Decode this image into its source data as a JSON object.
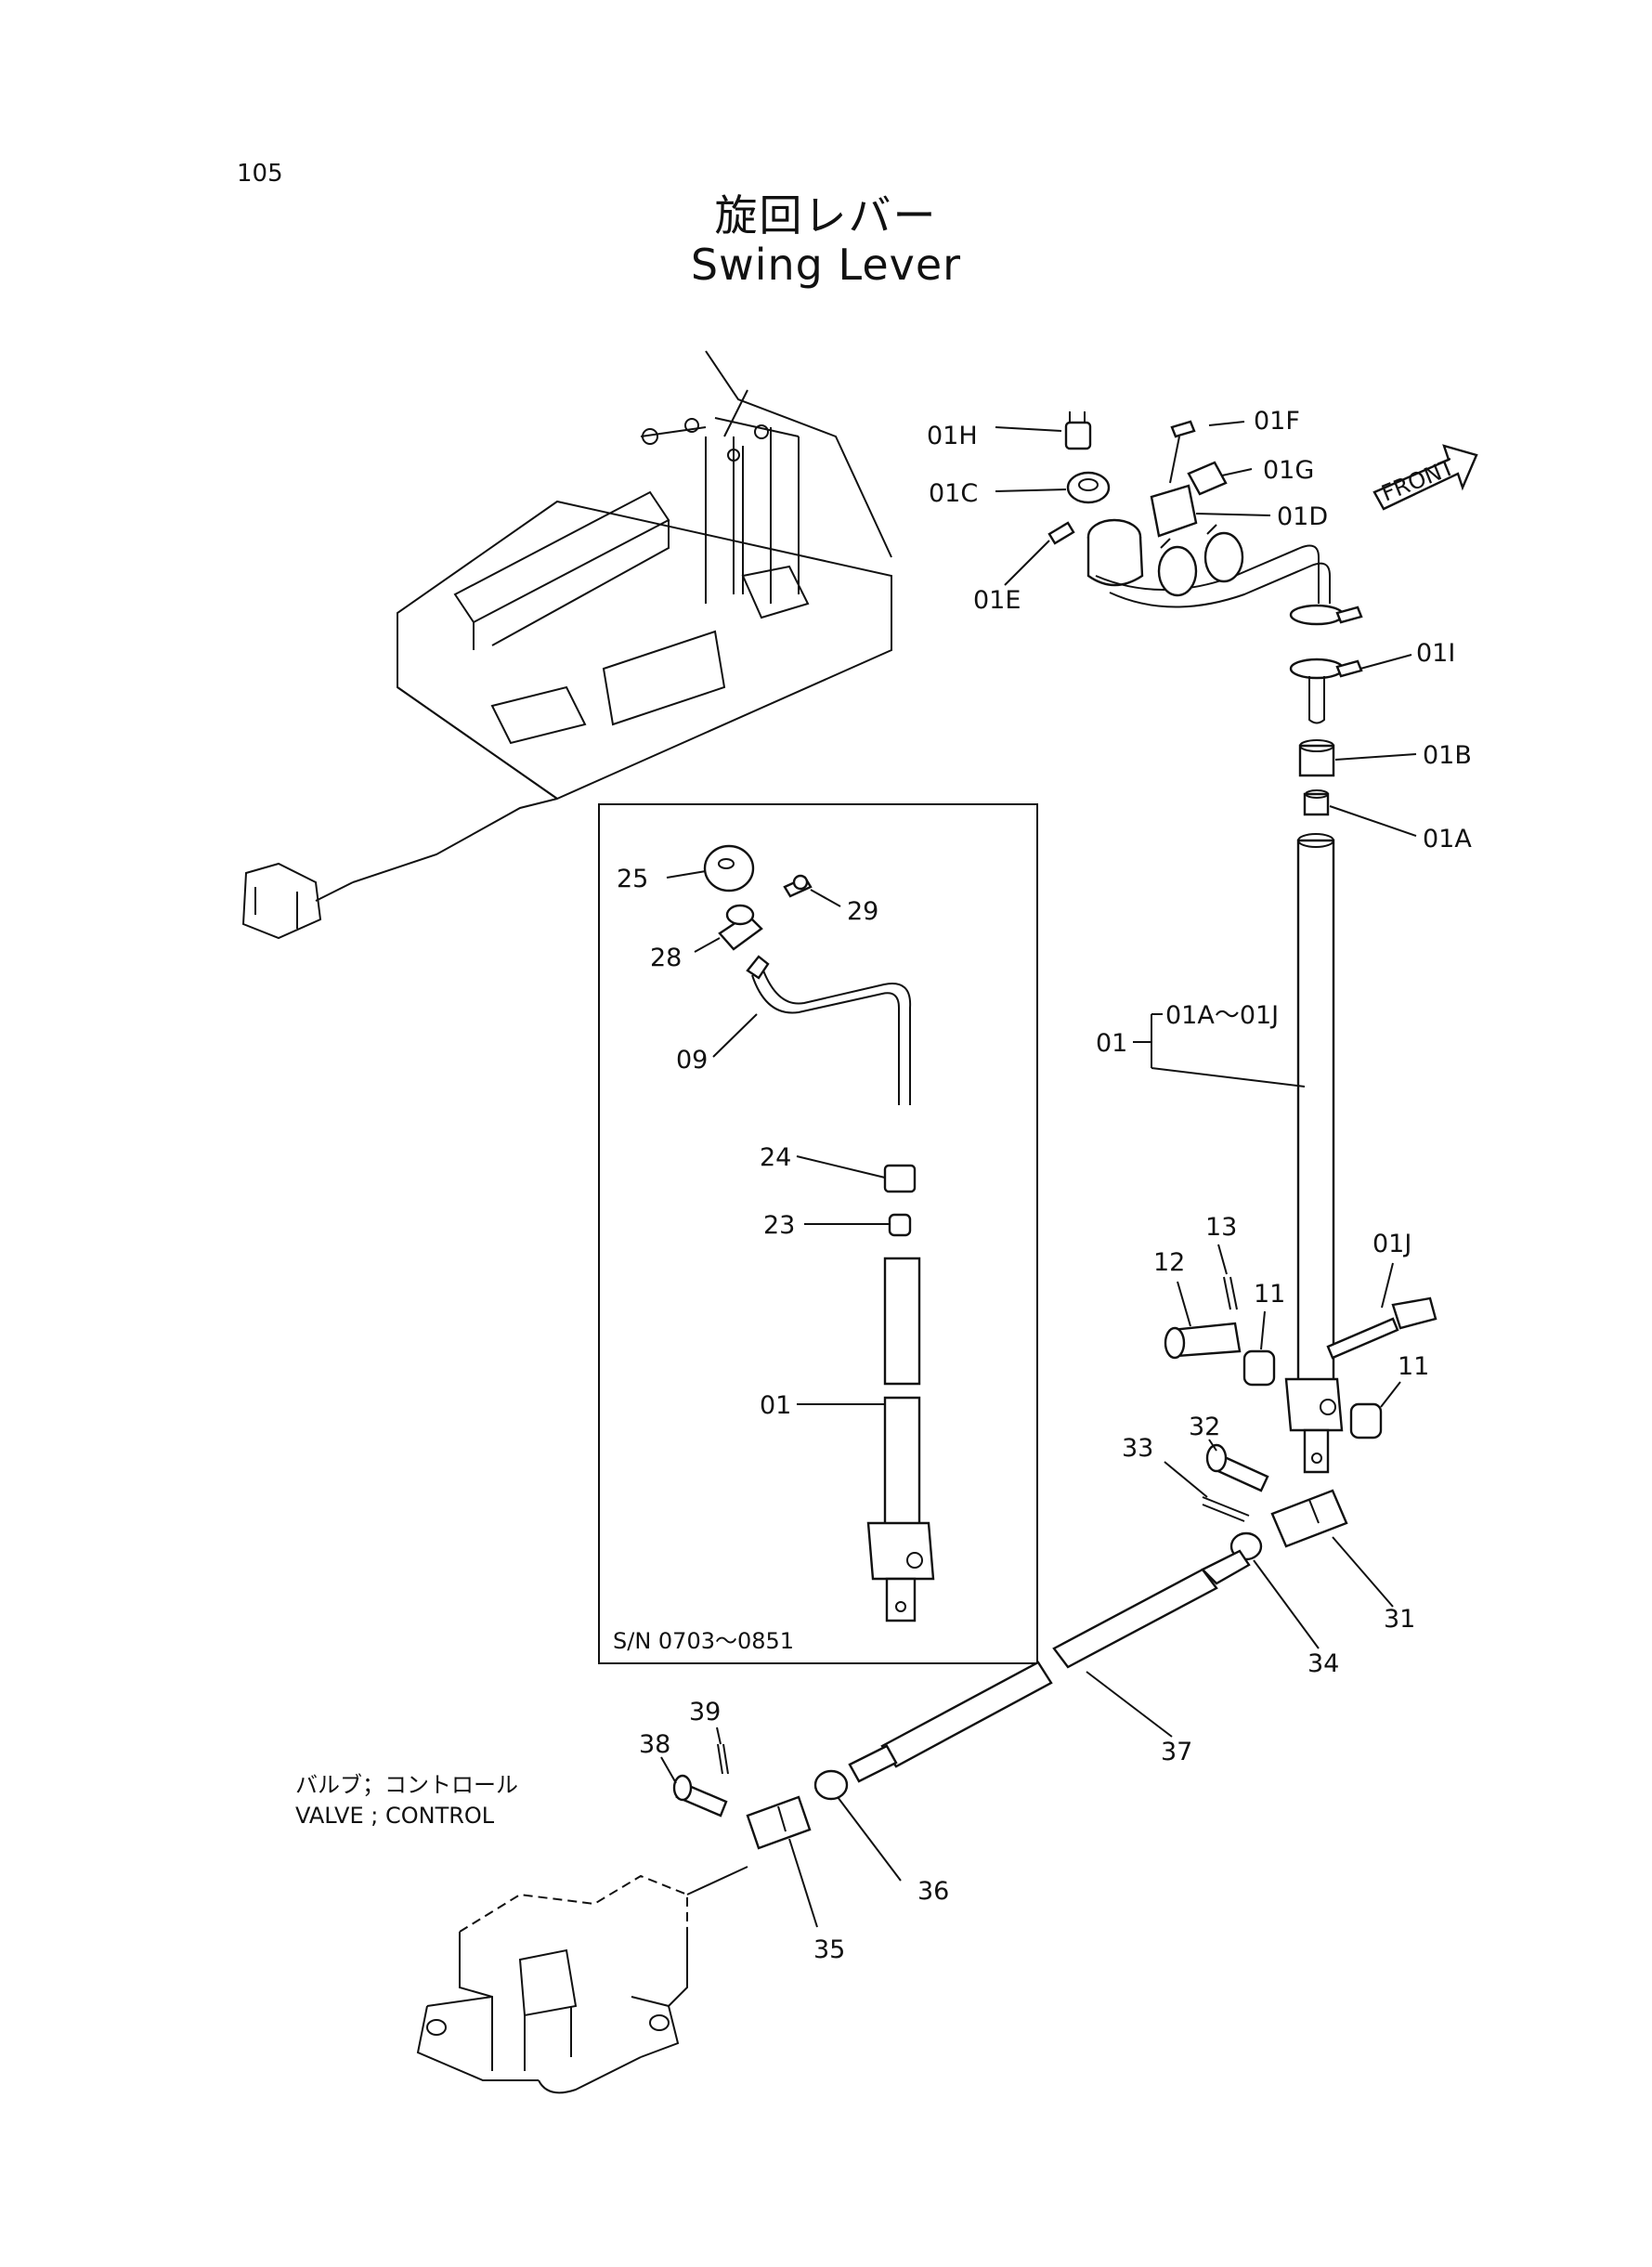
{
  "page_number": "105",
  "title_jp": "旋回レバー",
  "title_en": "Swing Lever",
  "front_label": "FRONT",
  "inset_serial": "S/N  0703～0851",
  "valve_label_jp": "バルブ；コントロール",
  "valve_label_en": "VALVE ; CONTROL",
  "group_label": "01A～01J",
  "callouts": {
    "c01H": "01H",
    "c01F": "01F",
    "c01G": "01G",
    "c01C": "01C",
    "c01D": "01D",
    "c01E": "01E",
    "c01I": "01I",
    "c01B": "01B",
    "c01A": "01A",
    "c01": "01",
    "c01J": "01J",
    "c12": "12",
    "c13": "13",
    "c11a": "11",
    "c11b": "11",
    "c32": "32",
    "c33": "33",
    "c31": "31",
    "c34": "34",
    "c37": "37",
    "c38": "38",
    "c39": "39",
    "c36": "36",
    "c35": "35",
    "i25": "25",
    "i29": "29",
    "i28": "28",
    "i09": "09",
    "i24": "24",
    "i23": "23",
    "i01": "01"
  }
}
